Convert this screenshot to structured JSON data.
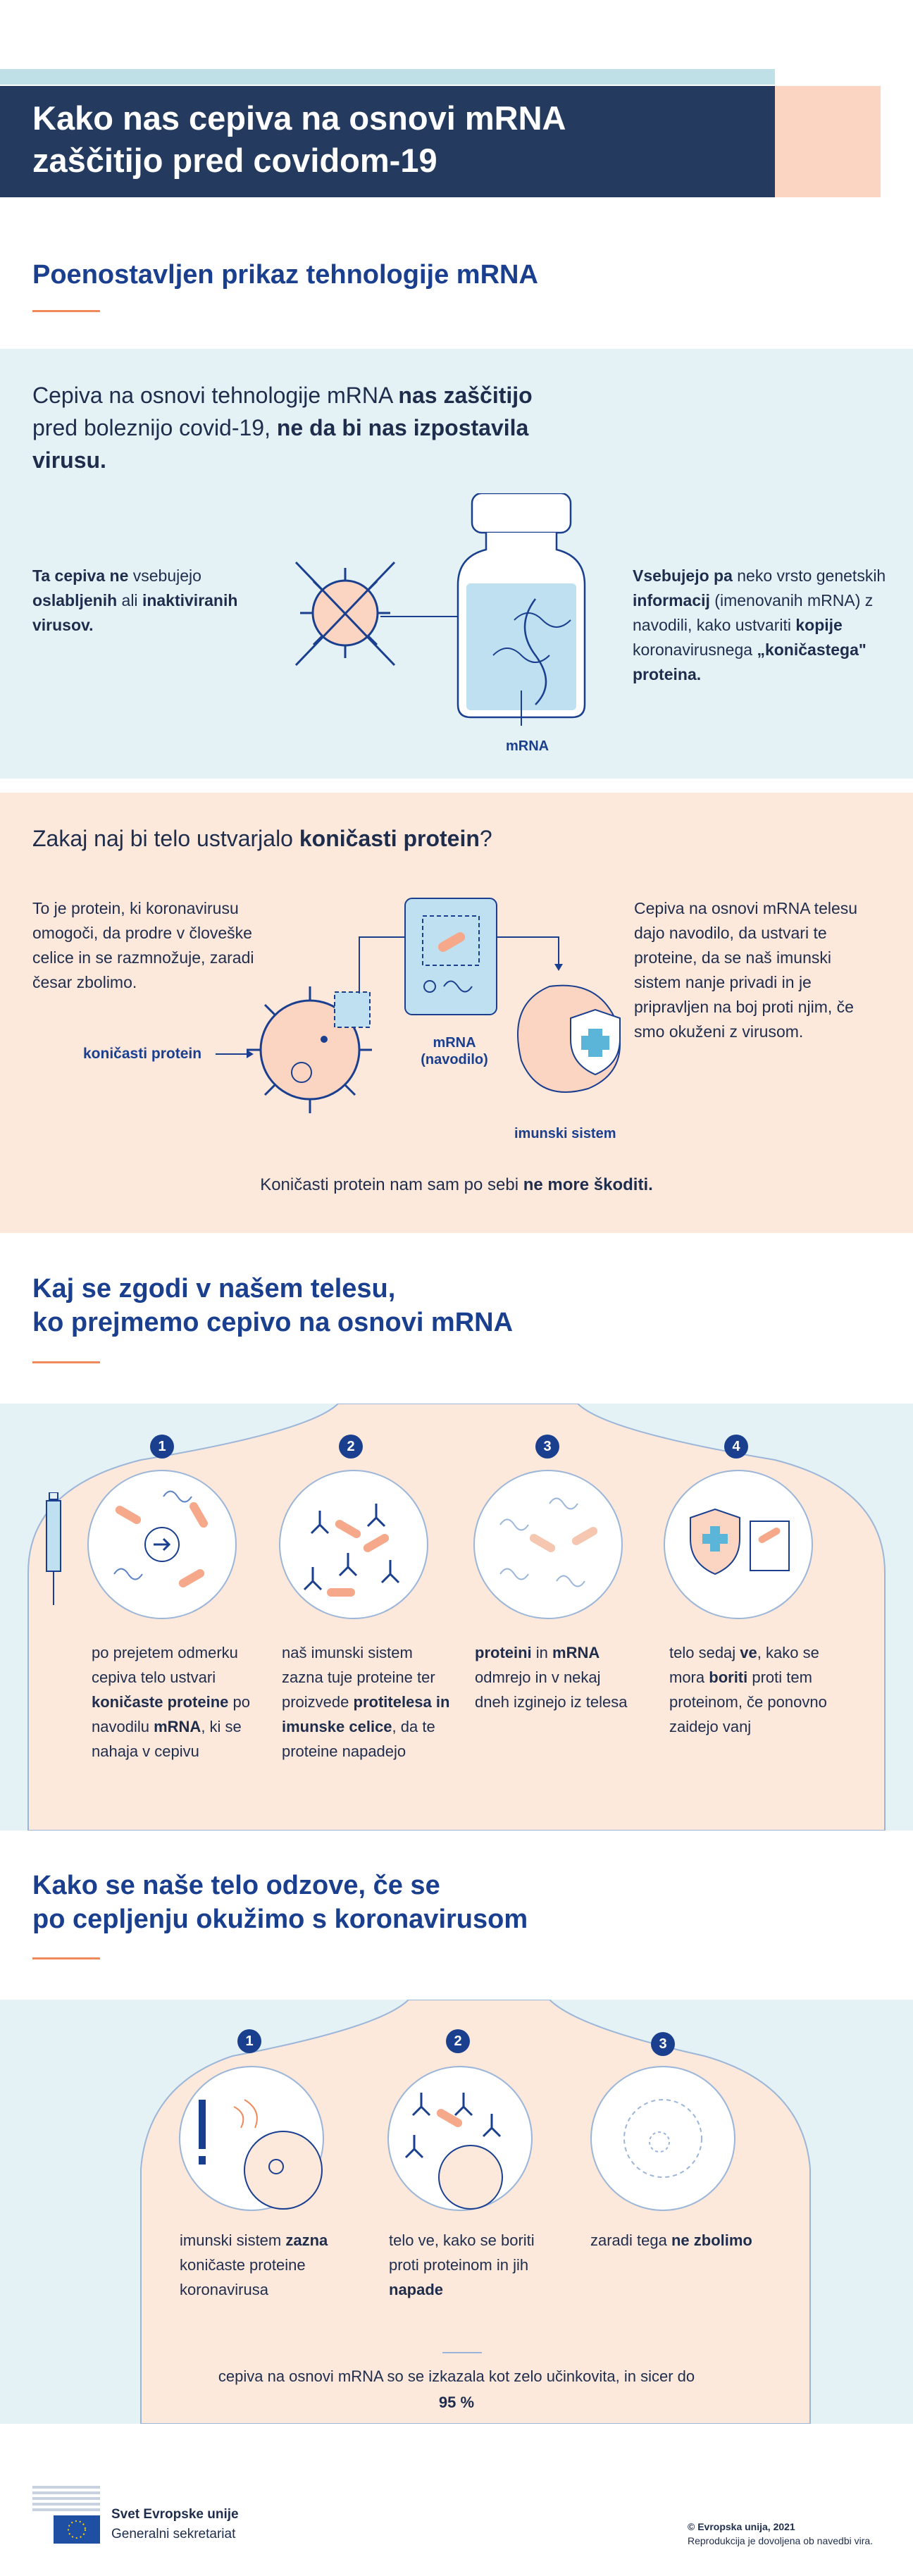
{
  "header": {
    "title_line1": "Kako nas cepiva na osnovi mRNA",
    "title_line2": "zaščitijo pred covidom-19"
  },
  "section1": {
    "heading": "Poenostavljen prikaz tehnologije mRNA"
  },
  "intro": {
    "p1": "Cepiva na osnovi tehnologije mRNA ",
    "p1_b1": "nas zaščitijo",
    "p2": " pred boleznijo covid-19, ",
    "p2_b": "ne da bi nas izpostavila virusu."
  },
  "no_virus": {
    "t1": "Ta cepiva ",
    "t1_b": "ne",
    "t2": " vsebujejo ",
    "t2_b": "oslabljenih",
    "t3": " ali ",
    "t3_b": "inaktiviranih virusov."
  },
  "vial": {
    "label": "mRNA"
  },
  "contains": {
    "b1": "Vsebujejo pa",
    "t1": " neko vrsto genetskih ",
    "b2": "informacij",
    "t2": " (imenovanih mRNA) z navodili, kako ustvariti ",
    "b3": "kopije",
    "t3": " koronavirusnega ",
    "b4": "„koničastega\" proteina."
  },
  "spike": {
    "q1": "Zakaj naj bi telo ustvarjalo ",
    "q1_b": "koničasti protein",
    "q2": "?",
    "left_text": "To je protein, ki koronavirusu omogoči, da prodre v človeške celice in se razmnožuje, zaradi česar zbolimo.",
    "spike_label": "koničasti protein",
    "mrna_label_1": "mRNA",
    "mrna_label_2": "(navodilo)",
    "immune_label": "imunski sistem",
    "right_text": "Cepiva na osnovi mRNA telesu dajo navodilo, da ustvari te proteine, da se naš imunski sistem nanje privadi in je pripravljen na boj proti njim, če smo okuženi z virusom.",
    "bottom_1": "Koničasti protein nam sam po sebi ",
    "bottom_b": "ne more škoditi."
  },
  "section2": {
    "heading_line1": "Kaj se zgodi v našem telesu,",
    "heading_line2": "ko prejmemo cepivo na osnovi mRNA"
  },
  "steps_a": [
    {
      "n": "1",
      "a": "po prejetem odmerku cepiva telo ustvari ",
      "b": "koničaste proteine",
      "c": " po navodilu ",
      "d": "mRNA",
      "e": ", ki se nahaja v cepivu"
    },
    {
      "n": "2",
      "a": "naš imunski sistem zazna tuje proteine ter proizvede ",
      "b": "protitelesa in imunske celice",
      "c": ", da te proteine napadejo",
      "d": "",
      "e": ""
    },
    {
      "n": "3",
      "a": "",
      "b": "proteini",
      "c": " in ",
      "d": "mRNA",
      "e": " odmrejo in v nekaj dneh izginejo iz telesa"
    },
    {
      "n": "4",
      "a": "telo sedaj ",
      "b": "ve",
      "c": ", kako se mora ",
      "d": "boriti",
      "e": " proti tem proteinom, če ponovno zaidejo vanj"
    }
  ],
  "section3": {
    "heading_line1": "Kako se naše telo odzove, če se",
    "heading_line2": "po cepljenju okužimo s koronavirusom"
  },
  "steps_b": [
    {
      "n": "1",
      "a": "imunski sistem ",
      "b": "zazna",
      "c": " koničaste proteine koronavirusa"
    },
    {
      "n": "2",
      "a": "telo ve, kako se boriti proti proteinom in jih ",
      "b": "napade",
      "c": ""
    },
    {
      "n": "3",
      "a": "zaradi tega ",
      "b": "ne zbolimo",
      "c": ""
    }
  ],
  "efficacy": {
    "text": "cepiva na osnovi mRNA so se izkazala kot zelo učinkovita, in sicer do",
    "value": "95 %"
  },
  "footer": {
    "org_name": "Svet Evropske unije",
    "org_sub": "Generalni sekretariat",
    "copyright": "© Evropska unija, 2021",
    "repro": "Reprodukcija je dovoljena ob navedbi vira."
  },
  "colors": {
    "navy": "#1a3f8f",
    "title_bg": "#243a5e",
    "peach": "#fbd4c2",
    "light_blue": "#e4f2f6",
    "orange": "#f08a5a"
  }
}
